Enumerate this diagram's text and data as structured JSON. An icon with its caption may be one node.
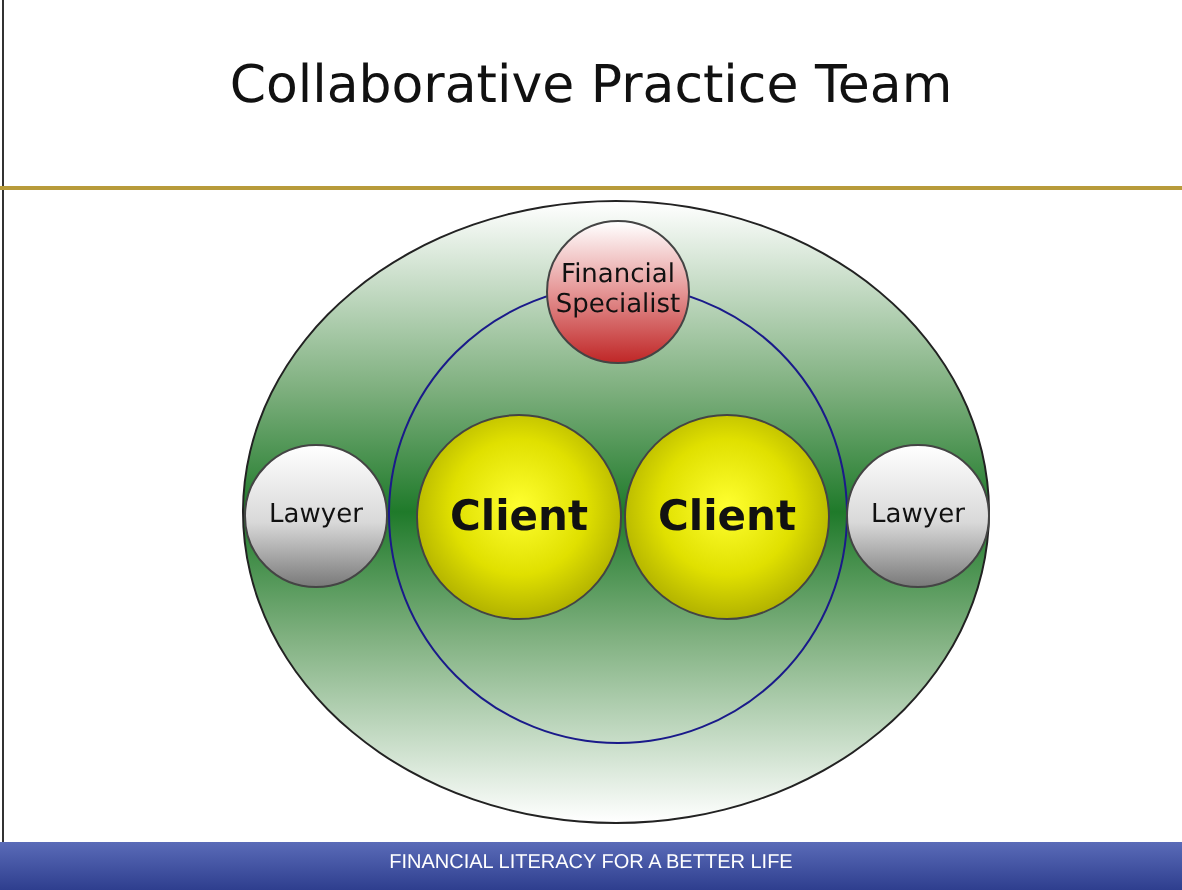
{
  "diagram": {
    "title": "Collaborative Practice Team",
    "nodes": [
      {
        "text": [],
        "shape": "ellipse"
      },
      {
        "text": [],
        "shape": "circle",
        "in": 0
      },
      {
        "text": [
          "Financial Specialist"
        ],
        "in": 0
      },
      {
        "text": [
          "Lawyer"
        ],
        "in": 0
      },
      {
        "text": [
          "Client"
        ],
        "in": 1
      },
      {
        "text": [
          "Client"
        ],
        "in": 1
      },
      {
        "text": [
          "Lawyer"
        ],
        "in": 0
      }
    ],
    "labels": [
      "FINANCIAL LITERACY FOR A BETTER LIFE"
    ]
  }
}
